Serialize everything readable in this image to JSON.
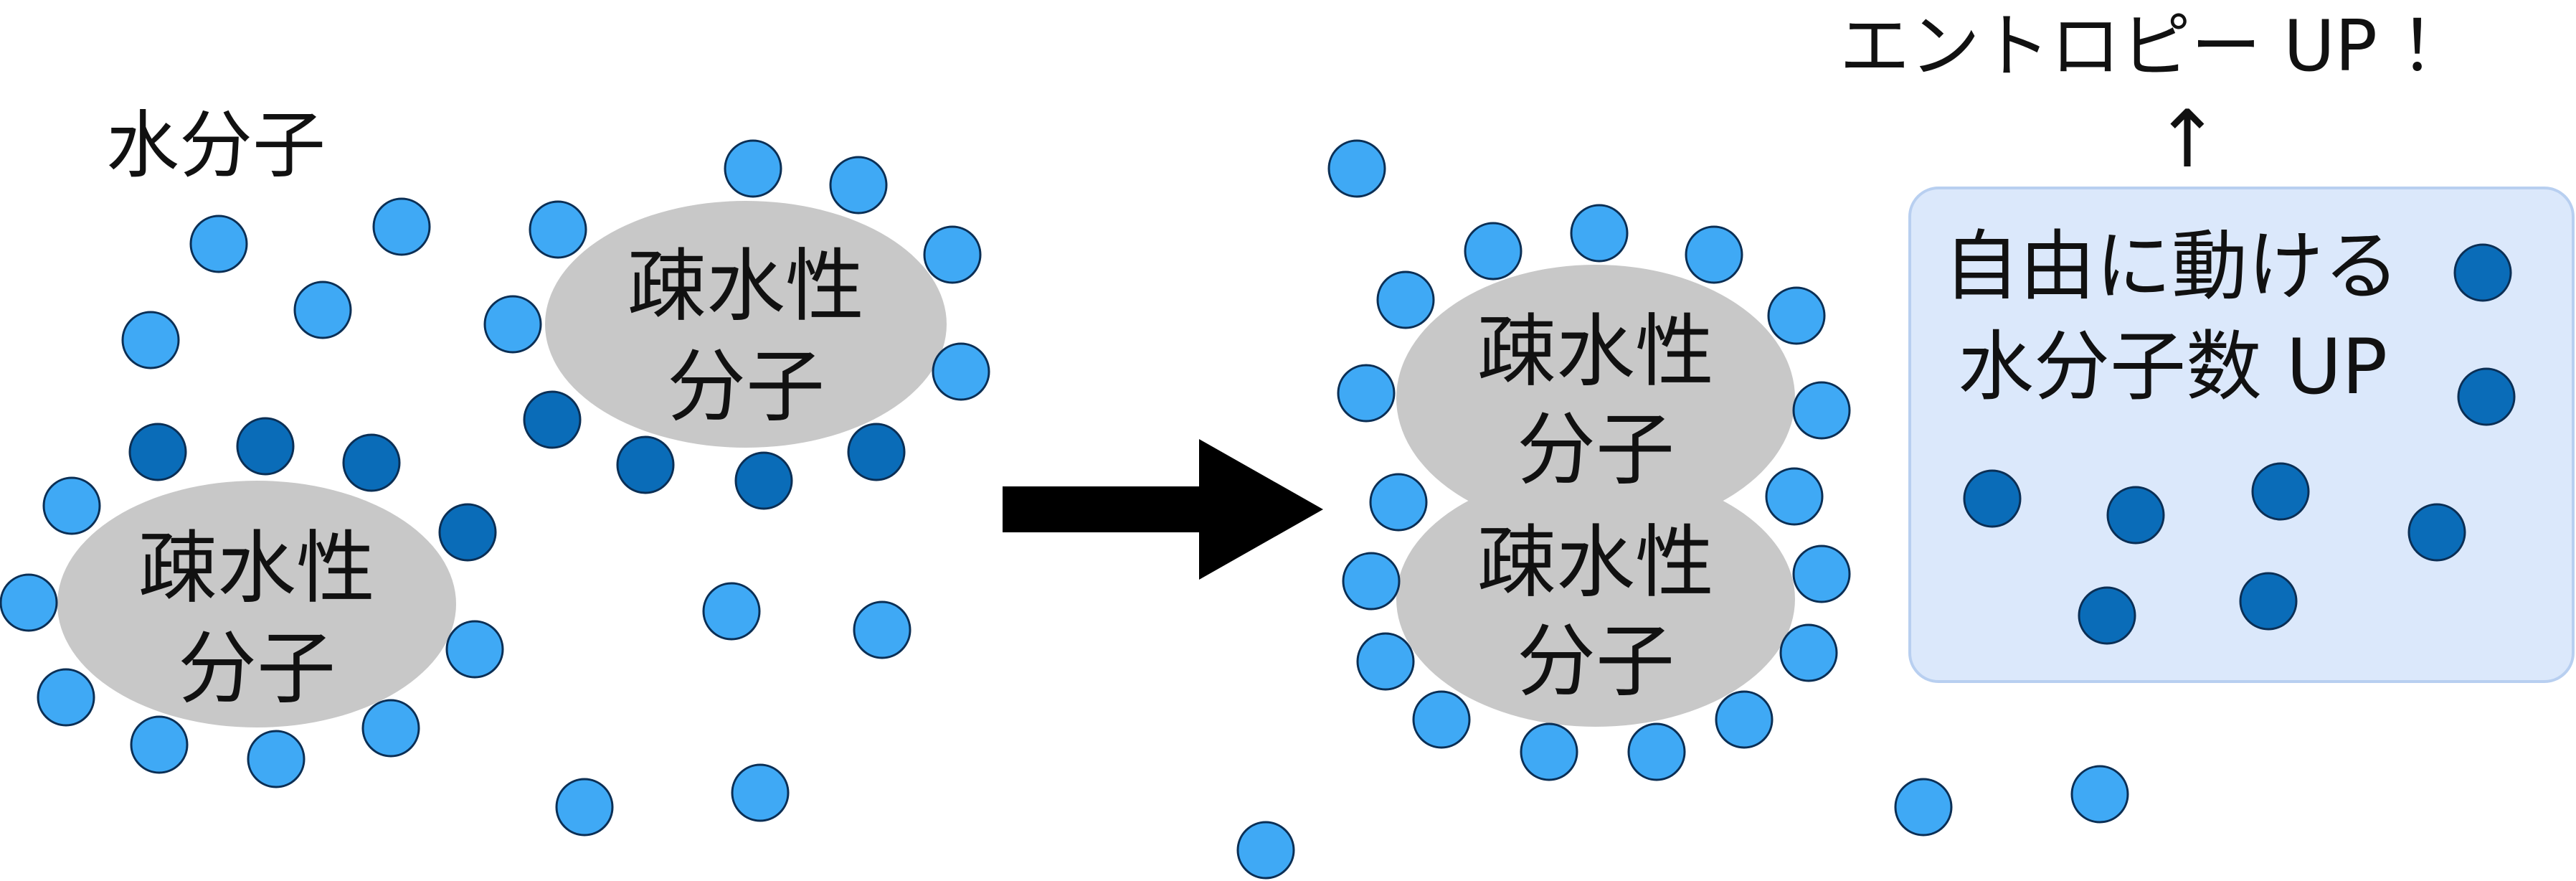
{
  "labels": {
    "water_molecule": "水分子",
    "hydrophobic_line1": "疎水性",
    "hydrophobic_line2": "分子",
    "entropy": "エントロピー UP ！",
    "up_arrow": "↑",
    "free_line1": "自由に動ける",
    "free_line2": "水分子数 UP"
  },
  "colors": {
    "free_water": "#3fa9f5",
    "bound_water": "#0a6cb8",
    "hydrophobic_blob": "#c8c8c8",
    "panel_fill": "#dbe8fb",
    "panel_border": "#b8cff0",
    "arrow": "#000000"
  },
  "icons": {
    "process_arrow": "right-arrow-icon"
  }
}
